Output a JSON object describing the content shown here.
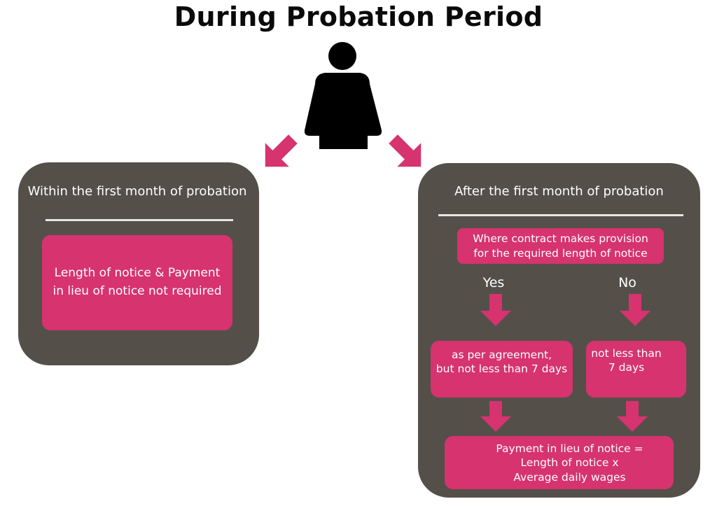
{
  "title": "During Probation Period",
  "colors": {
    "panel": "#545049",
    "accent": "#d6336f",
    "text_light": "#ffffff",
    "title": "#0a0a0a"
  },
  "icons": [
    "person-icon",
    "arrow-down-left-icon",
    "arrow-down-right-icon",
    "arrow-down-icon"
  ],
  "left_panel": {
    "heading": "Within the first month of probation",
    "box_line1": "Length of notice & Payment",
    "box_line2": "in lieu of notice not required"
  },
  "right_panel": {
    "heading": "After the first month of probation",
    "condition_line1": "Where contract makes provision",
    "condition_line2": "for the required length of notice",
    "yes_label": "Yes",
    "no_label": "No",
    "yes_box_line1": "as per agreement,",
    "yes_box_line2": "but not less than 7 days",
    "no_box_line1": "not less than",
    "no_box_line2": "7 days",
    "result_line1": "Payment in lieu of notice =",
    "result_line2": "Length of notice x",
    "result_line3": "Average daily wages"
  }
}
